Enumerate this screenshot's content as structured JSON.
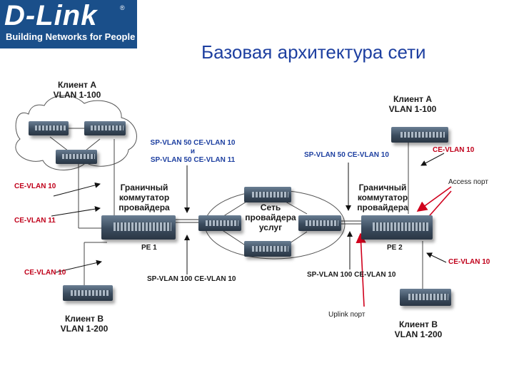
{
  "header": {
    "logo_text": "D-Link",
    "logo_registered": "®",
    "logo_tagline": "Building Networks for People",
    "title": "Базовая архитектура сети"
  },
  "labels": {
    "client_a_left": [
      "Клиент А",
      "VLAN 1-100"
    ],
    "client_a_right": [
      "Клиент А",
      "VLAN 1-100"
    ],
    "client_b_left": [
      "Клиент В",
      "VLAN 1-200"
    ],
    "client_b_right": [
      "Клиент В",
      "VLAN 1-200"
    ],
    "edge_switch_left": [
      "Граничный",
      "коммутатор",
      "провайдера"
    ],
    "edge_switch_right": [
      "Граничный",
      "коммутатор",
      "провайдера"
    ],
    "provider_network": [
      "Сеть",
      "провайдера",
      "услуг"
    ],
    "pe1": "PE 1",
    "pe2": "PE 2",
    "sp_vlan_top_left": [
      "SP-VLAN 50 CE-VLAN 10",
      "и",
      "SP-VLAN 50 CE-VLAN 11"
    ],
    "sp_vlan_top_right": "SP-VLAN 50 CE-VLAN 10",
    "sp_vlan_bottom_left": "SP-VLAN 100 CE-VLAN 10",
    "sp_vlan_bottom_right": "SP-VLAN 100 CE-VLAN 10",
    "ce_vlan_left_1": "CE-VLAN 10",
    "ce_vlan_left_2": "CE-VLAN 11",
    "ce_vlan_left_3": "CE-VLAN 10",
    "ce_vlan_right_1": "CE-VLAN 10",
    "ce_vlan_right_2": "CE-VLAN 10",
    "access_port": "Access порт",
    "uplink_port": "Uplink порт"
  },
  "colors": {
    "brand_blue": "#1a4f8a",
    "title_blue": "#1d3fa0",
    "annotation_red": "#c0001a"
  }
}
